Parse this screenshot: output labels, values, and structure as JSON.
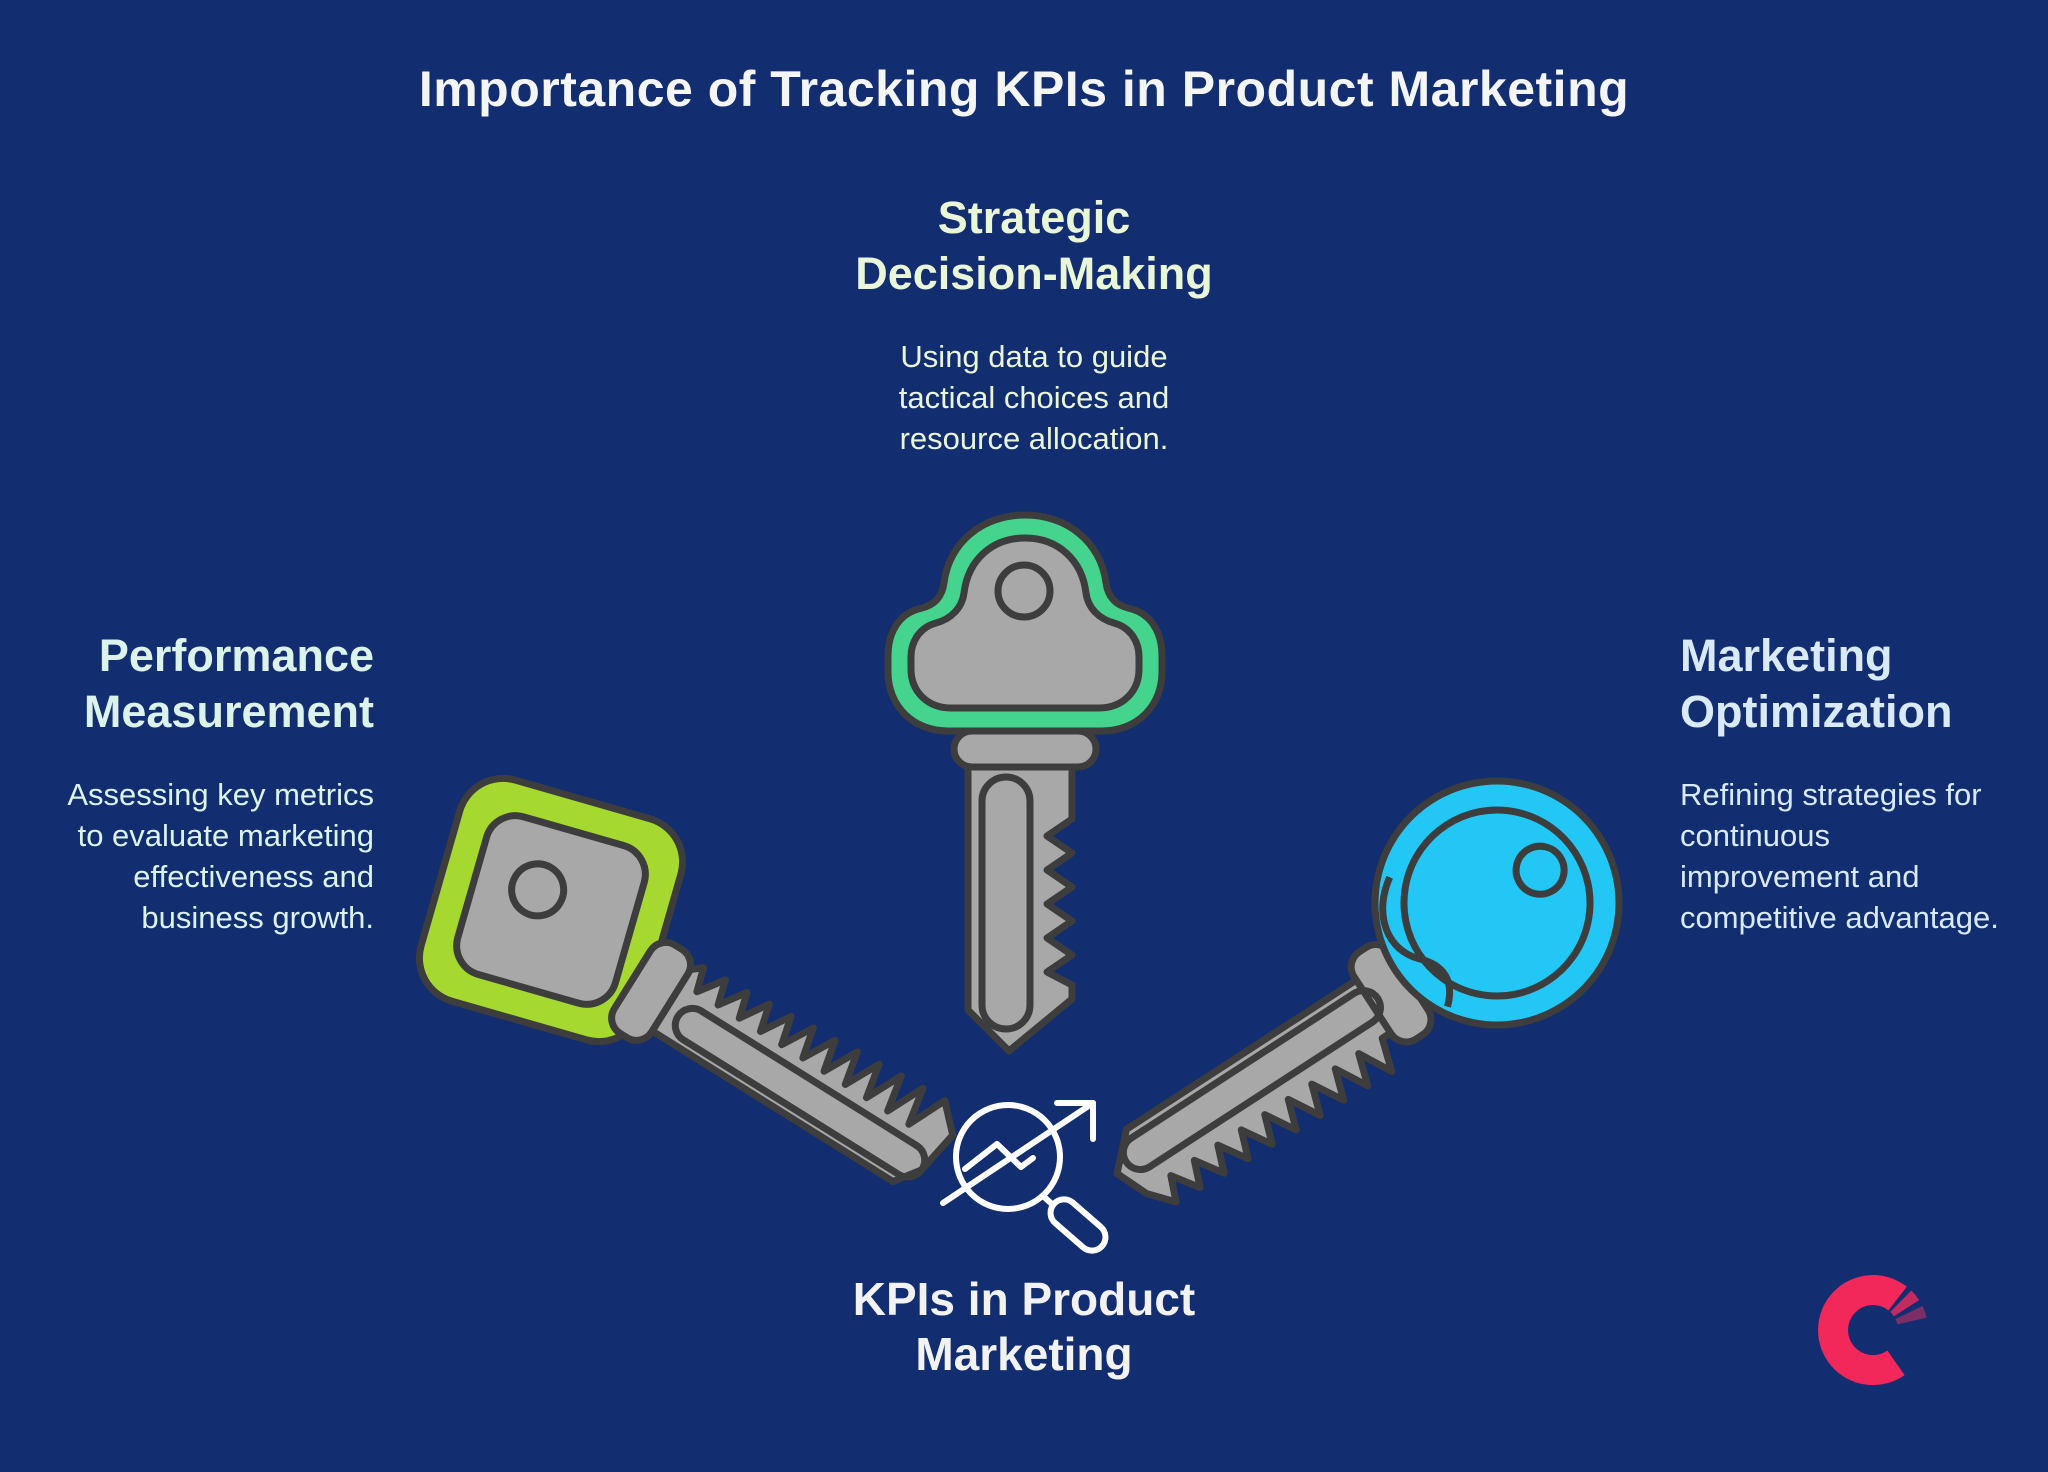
{
  "background_color": "#122d70",
  "title": {
    "text": "Importance of Tracking KPIs in Product Marketing",
    "color": "#f4f5f6"
  },
  "sections": {
    "strategic": {
      "heading": "Strategic\nDecision-Making",
      "body": "Using data to guide\ntactical choices and\nresource allocation.",
      "text_color": "#e9f6d8",
      "key_icon": "key-icon-green",
      "key_accent_color": "#45d48e"
    },
    "performance": {
      "heading": "Performance\nMeasurement",
      "body": "Assessing key metrics\nto evaluate marketing\neffectiveness and\nbusiness growth.",
      "text_color": "#dbf3ea",
      "key_icon": "key-icon-lime",
      "key_accent_color": "#a5d930"
    },
    "optimization": {
      "heading": "Marketing\nOptimization",
      "body": "Refining strategies for\ncontinuous\nimprovement and\ncompetitive advantage.",
      "text_color": "#d8e9f8",
      "key_icon": "key-icon-cyan",
      "key_accent_color": "#22c7f5"
    }
  },
  "center": {
    "label": "KPIs in Product\nMarketing",
    "color": "#f2f2f2",
    "icon": "magnifier-trend-arrow-icon",
    "icon_color": "#ffffff"
  },
  "key_art": {
    "body_color": "#a8a8a8",
    "outline_color": "#3d3d3d"
  },
  "logo": {
    "icon": "c-swoosh-logo-icon",
    "primary_color": "#f2275a",
    "accent_mid_color": "#c22a60",
    "accent_dark_color": "#7c2f66"
  }
}
